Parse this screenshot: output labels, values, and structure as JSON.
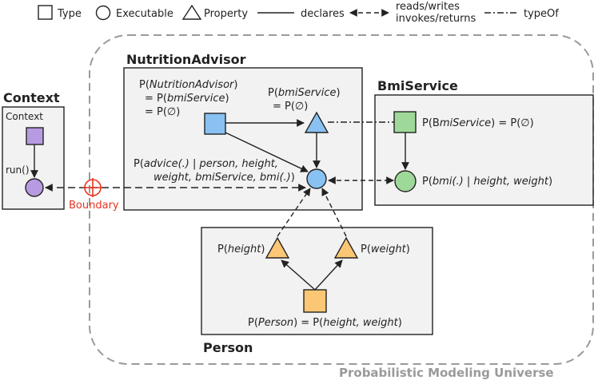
{
  "legend": {
    "type": "Type",
    "executable": "Executable",
    "property": "Property",
    "declares": "declares",
    "reads_writes": "reads/writes",
    "invokes_returns": "invokes/returns",
    "typeof": "typeOf"
  },
  "universe": {
    "label": "Probabilistic Modeling Universe"
  },
  "context": {
    "title": "Context",
    "type_label": "Context",
    "exec_label": "run()"
  },
  "boundary": {
    "label": "Boundary"
  },
  "nutrition": {
    "title": "NutritionAdvisor",
    "type_label": {
      "l1_pre": "P(",
      "l1_it": "NutritionAdvisor",
      "l1_post": ")",
      "l2_pre": "= P(",
      "l2_it": "bmiService",
      "l2_post": ")",
      "l3": "= P(∅)"
    },
    "prop_label": {
      "l1_pre": "P(",
      "l1_it": "bmiService",
      "l1_post": ")",
      "l2": "= P(∅)"
    },
    "exec_label": {
      "l1_pre": "P(",
      "l1_it1": "advice(.)",
      "l1_mid": " | ",
      "l1_it2": "person, height,",
      "l2_it": "weight, bmiService, bmi(.)",
      "l2_post": ")"
    }
  },
  "bmi": {
    "title": "BmiService",
    "type_label": {
      "pre": "P(B",
      "it": "miService",
      "post": ") = P(∅)"
    },
    "exec_label": {
      "pre": "P(",
      "it1": "bmi(.)",
      "mid": " | ",
      "it2": "height, weight",
      "post": ")"
    }
  },
  "person": {
    "title": "Person",
    "height_label": {
      "pre": "P(",
      "it": "height",
      "post": ")"
    },
    "weight_label": {
      "pre": "P(",
      "it": "weight",
      "post": ")"
    },
    "type_label": {
      "pre": "P(",
      "it1": "Person",
      "mid": ") = P(",
      "it2": "height, weight",
      "post": ")"
    }
  },
  "colors": {
    "blue": "#89c2f2",
    "green": "#9fd99a",
    "orange": "#fbc775",
    "purple": "#b79be2",
    "boundary_red": "#e8331f",
    "panel_bg": "#f2f2f2",
    "universe_border": "#9a9a9a"
  }
}
